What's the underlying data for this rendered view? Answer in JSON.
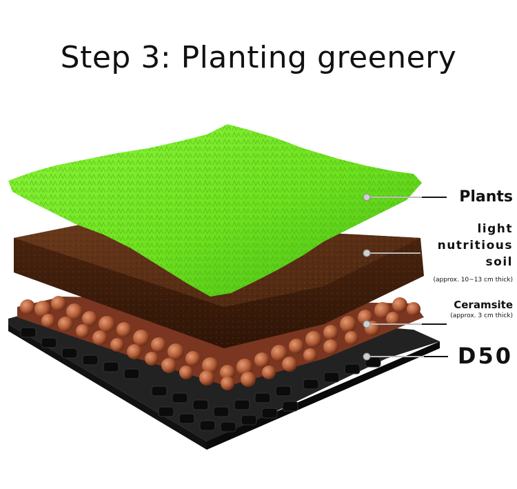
{
  "title": "Step 3: Planting greenery",
  "layers": {
    "plants": {
      "label": "Plants"
    },
    "soil": {
      "label_line1": "light",
      "label_line2": "nutritious",
      "label_line3": "soil",
      "note": "(approx. 10~13 cm thick)"
    },
    "ceramsite": {
      "label": "Ceramsite",
      "note": "(approx. 3 cm thick)"
    },
    "tray": {
      "label": "D50"
    }
  },
  "colors": {
    "grass": "#6fe11f",
    "grass_dark": "#3fae12",
    "soil": "#5a2e14",
    "soil_dark": "#3a1c0a",
    "pebble": "#b5603a",
    "tray": "#1c1c1c"
  }
}
